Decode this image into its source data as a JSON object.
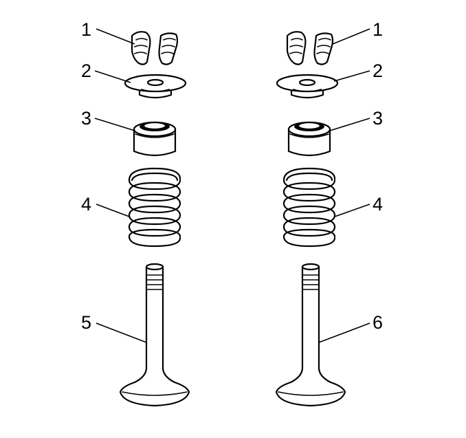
{
  "callouts": {
    "left_keepers": "1",
    "left_retainer": "2",
    "left_seal": "3",
    "left_spring": "4",
    "left_valve": "5",
    "right_keepers": "1",
    "right_retainer": "2",
    "right_seal": "3",
    "right_spring": "4",
    "right_valve": "6"
  },
  "colors": {
    "ink": "#000000",
    "paper": "#ffffff"
  }
}
